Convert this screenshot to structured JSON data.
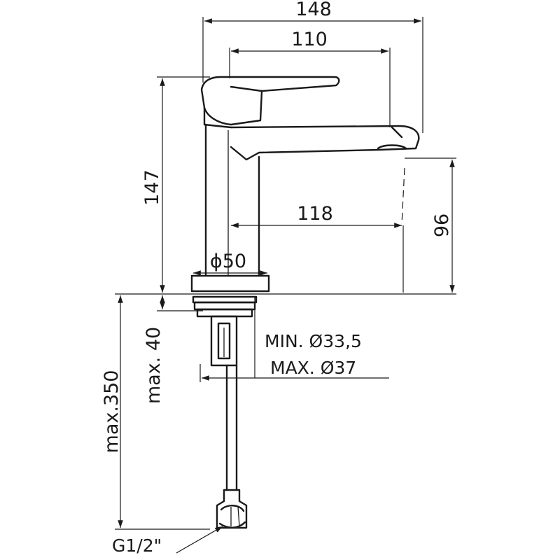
{
  "dimensions": {
    "overall_width": "148",
    "lever_width": "110",
    "total_height": "147",
    "spout_reach": "118",
    "spout_height": "96",
    "base_diameter": "ϕ50",
    "max_deck_thickness": "max. 40",
    "hose_length": "max.350",
    "hole_min": "MIN. Ø33,5",
    "hole_max": "MAX. Ø37",
    "connection": "G1/2\""
  }
}
